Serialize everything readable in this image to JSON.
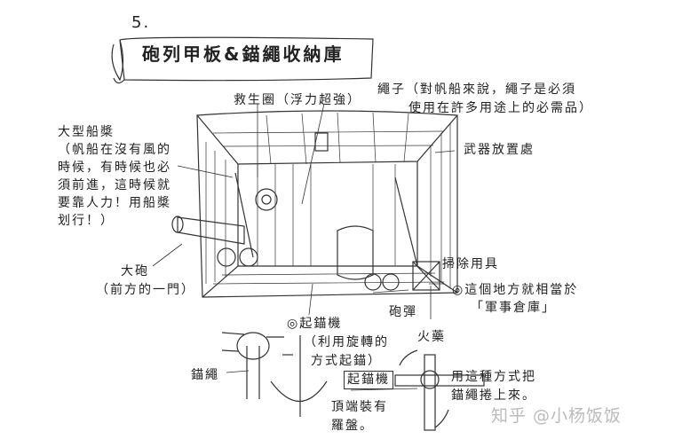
{
  "section_number": "5.",
  "title": "砲列甲板&錨繩收納庫",
  "labels": {
    "lifebuoy": "救生圈（浮力超強）",
    "rope_line1": "繩子（對帆船來說，繩子是必須",
    "rope_line2": "使用在許多用途上的必需品）",
    "oar_title": "大型船槳",
    "oar_desc": [
      "（帆船在沒有風的",
      "時候，有時候也必",
      "須前進，這時候就",
      "要靠人力！用船槳",
      "划行！）"
    ],
    "weapons": "武器放置處",
    "cannon_title": "大砲",
    "cannon_desc": "（前方的一門）",
    "cleaning": "掃除用具",
    "note_line1": "◎這個地方就相當於",
    "note_line2": "「軍事倉庫」",
    "cannonball": "砲彈",
    "gunpowder": "火藥",
    "capstan_title": "◎起錨機",
    "capstan_desc1": "（利用旋轉的",
    "capstan_desc2": "方式起錨）",
    "anchor_rope": "錨繩",
    "capstan_box": "起錨機",
    "compass1": "頂端裝有",
    "compass2": "羅盤。",
    "method1": "用這種方式把",
    "method2": "錨繩捲上來。"
  },
  "watermark": "知乎 @小杨饭饭"
}
